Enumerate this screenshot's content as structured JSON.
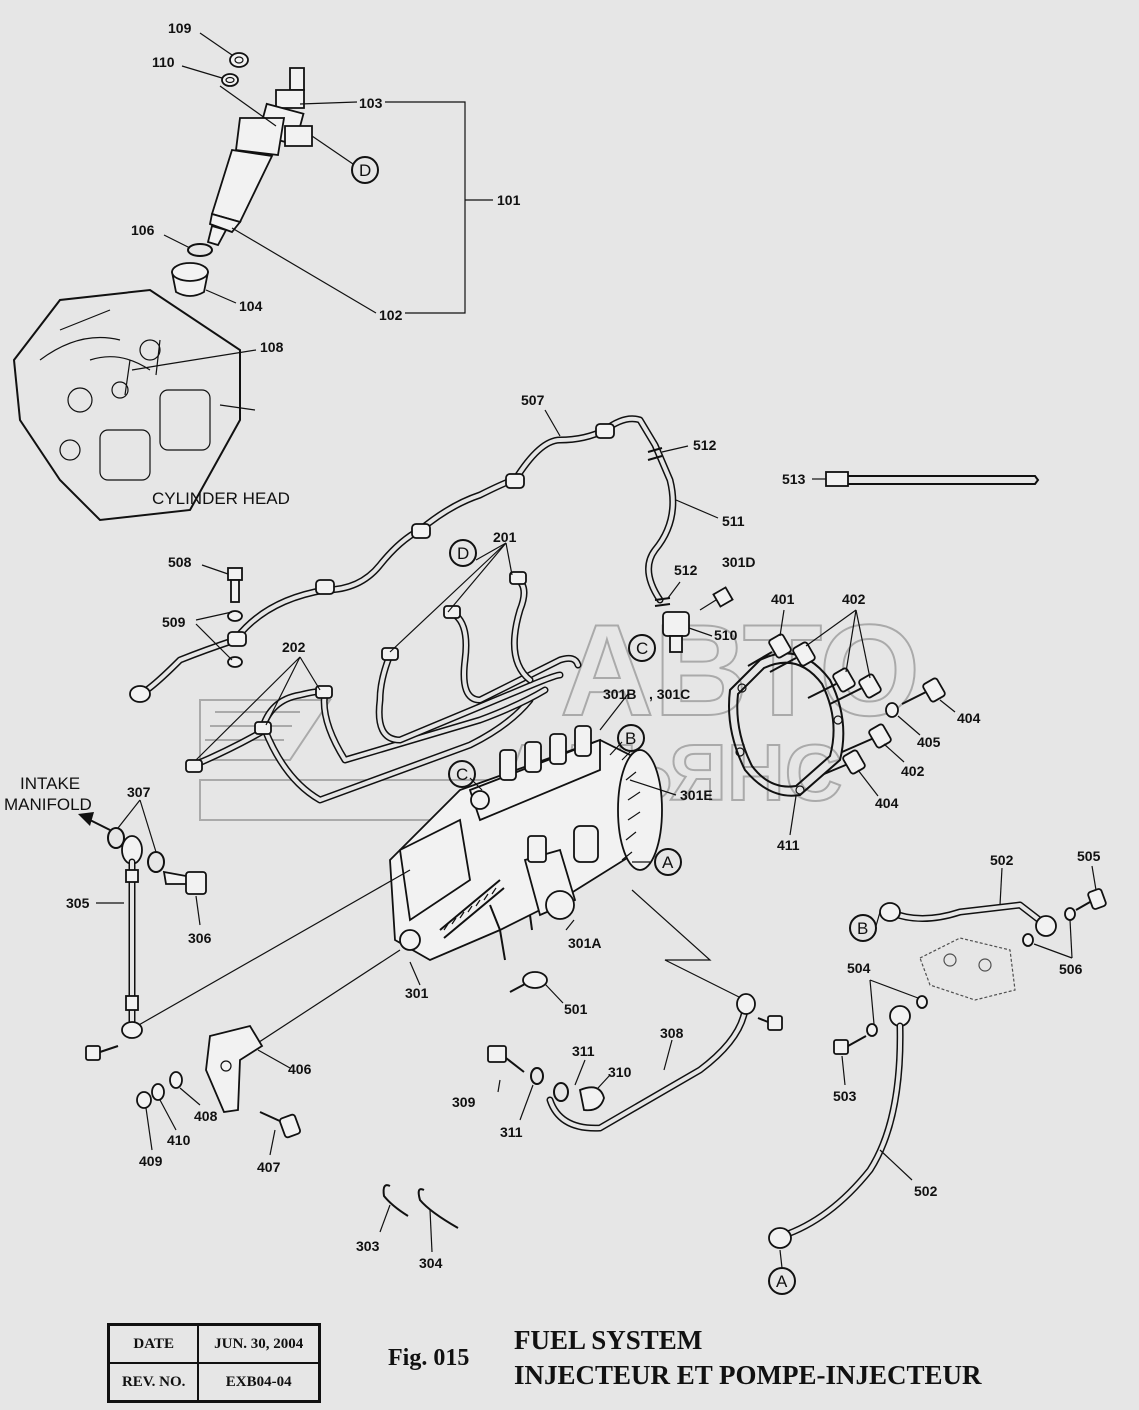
{
  "diagram": {
    "notes": {
      "cylinder_head": "CYLINDER HEAD",
      "intake_line1": "INTAKE",
      "intake_line2": "MANIFOLD"
    },
    "connectors": {
      "a": "A",
      "b": "B",
      "c": "C",
      "d": "D"
    },
    "part_numbers": {
      "p101": "101",
      "p102": "102",
      "p103": "103",
      "p104": "104",
      "p106": "106",
      "p108": "108",
      "p109": "109",
      "p110": "110",
      "p201": "201",
      "p202": "202",
      "p301": "301",
      "p301A": "301A",
      "p301B": "301B",
      "p301C": ", 301C",
      "p301D": "301D",
      "p301E": "301E",
      "p303": "303",
      "p304": "304",
      "p305": "305",
      "p306": "306",
      "p307": "307",
      "p308": "308",
      "p309": "309",
      "p310": "310",
      "p311a": "311",
      "p311b": "311",
      "p401": "401",
      "p402a": "402",
      "p402b": "402",
      "p404a": "404",
      "p404b": "404",
      "p405": "405",
      "p406": "406",
      "p407": "407",
      "p408": "408",
      "p409": "409",
      "p410": "410",
      "p411": "411",
      "p501": "501",
      "p502a": "502",
      "p502b": "502",
      "p503": "503",
      "p504": "504",
      "p505": "505",
      "p506": "506",
      "p507": "507",
      "p508": "508",
      "p509": "509",
      "p510": "510",
      "p511": "511",
      "p512a": "512",
      "p512b": "512",
      "p513": "513"
    },
    "watermark": {
      "line1": "АВТО",
      "line2": "АЛЬЯНС"
    }
  },
  "title_block": {
    "date_label": "DATE",
    "date_value": "JUN. 30, 2004",
    "rev_label": "REV. NO.",
    "rev_value": "EXB04-04",
    "figure": "Fig. 015",
    "title_en": "FUEL SYSTEM",
    "title_fr": "INJECTEUR ET POMPE-INJECTEUR"
  }
}
